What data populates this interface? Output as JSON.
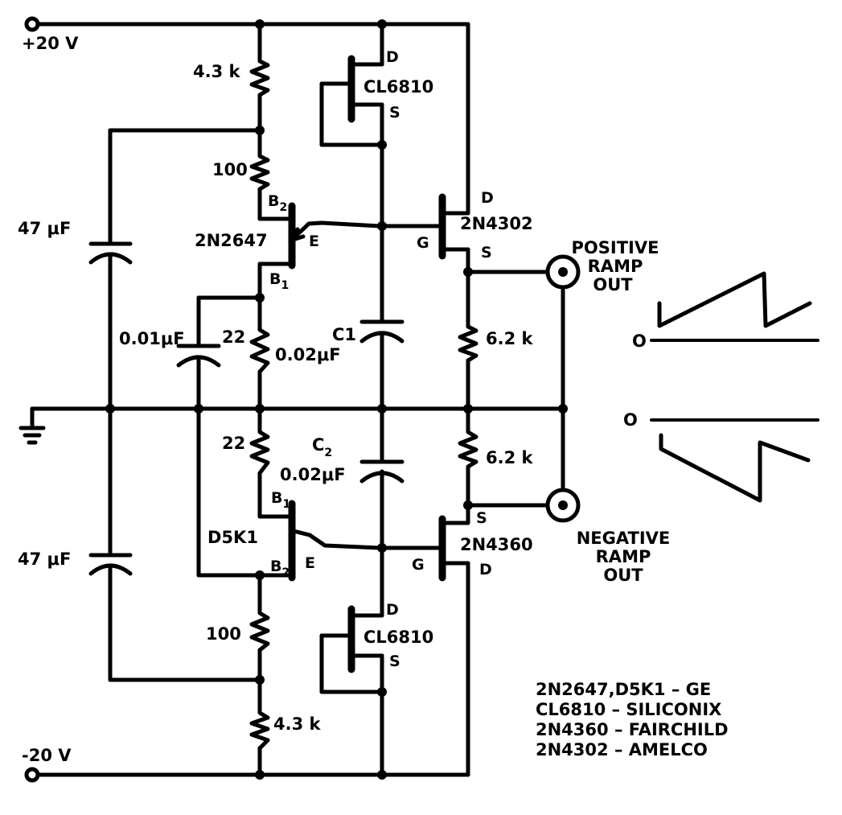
{
  "supply": {
    "positive": "+20 V",
    "negative": "-20 V",
    "ground": "ground-symbol"
  },
  "resistors": {
    "r_top": "4.3 k",
    "r_100_top": "100",
    "r_22_top": "22",
    "r_22_bottom": "22",
    "r_100_bottom": "100",
    "r_bottom": "4.3 k",
    "r_load_top": "6.2 k",
    "r_load_bottom": "6.2 k"
  },
  "capacitors": {
    "c_bypass_top": "47 μF",
    "c_bypass_bottom": "47 μF",
    "c_coupling": "0.01μF",
    "c1_name": "C1",
    "c1_value": "0.02μF",
    "c2_name": "C",
    "c2_sub": "2",
    "c2_value": "0.02μF"
  },
  "transistors": {
    "ujt_top": {
      "part": "2N2647",
      "b2": "B",
      "b2_sub": "2",
      "b1": "B",
      "b1_sub": "1",
      "e": "E"
    },
    "ujt_bottom": {
      "part": "D5K1",
      "b1": "B",
      "b1_sub": "1",
      "b2": "B",
      "b2_sub": "2",
      "e": "E"
    },
    "cl_top": {
      "part": "CL6810",
      "d": "D",
      "s": "S"
    },
    "cl_bottom": {
      "part": "CL6810",
      "d": "D",
      "s": "S"
    },
    "fet_top": {
      "part": "2N4302",
      "d": "D",
      "g": "G",
      "s": "S"
    },
    "fet_bottom": {
      "part": "2N4360",
      "s": "S",
      "g": "G",
      "d": "D"
    }
  },
  "outputs": {
    "positive": [
      "POSITIVE",
      "RAMP",
      "OUT"
    ],
    "negative": [
      "NEGATIVE",
      "RAMP",
      "OUT"
    ]
  },
  "waveforms": {
    "zero_top": "O",
    "zero_bottom": "O"
  },
  "notes": [
    "2N2647,D5K1 – GE",
    "CL6810 – SILICONIX",
    "2N4360 – FAIRCHILD",
    "2N4302 – AMELCO"
  ]
}
